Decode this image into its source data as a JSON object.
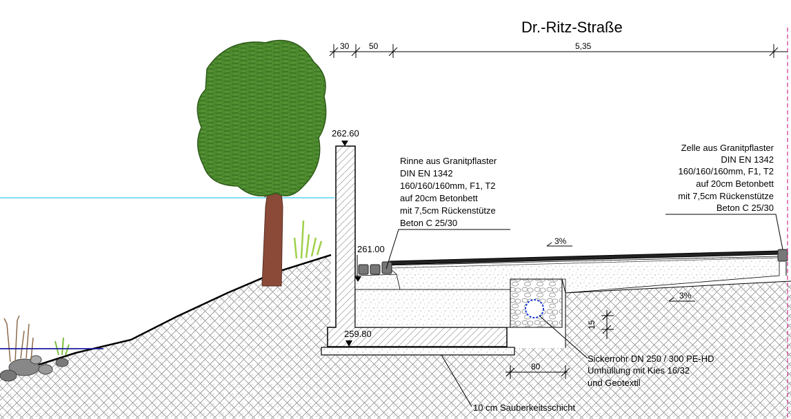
{
  "title": "Dr.-Ritz-Straße",
  "dimensions": {
    "d1": "30",
    "d2": "50",
    "d3": "5,35",
    "trench_width": "80",
    "trench_depth": "15"
  },
  "elevations": {
    "wall_top": "262.60",
    "road_edge": "261.00",
    "footing_bottom": "259.80"
  },
  "slopes": {
    "road": "3%",
    "subgrade": "3%"
  },
  "note_left": {
    "lines": [
      "Rinne aus Granitpflaster",
      "DIN EN 1342",
      "160/160/160mm, F1, T2",
      "auf 20cm Betonbett",
      "mit 7,5cm Rückenstütze",
      "Beton C 25/30"
    ]
  },
  "note_right": {
    "lines": [
      "Zelle aus Granitpflaster",
      "DIN EN 1342",
      "160/160/160mm, F1, T2",
      "auf 20cm Betonbett",
      "mit 7,5cm Rückenstütze",
      "Beton C 25/30"
    ]
  },
  "note_pipe": {
    "lines": [
      "Sickerrohr DN 250 / 300 PE-HD",
      "Umhüllung mit Kies 16/32",
      "und Geotextil"
    ]
  },
  "note_bottom": "10 cm Sauberkeitsschicht",
  "colors": {
    "water_line": "#33ccee",
    "water_level": "#1a1aa0",
    "tree_leaves": "#4e8a2e",
    "tree_trunk": "#8b4a38",
    "pipe": "#1a3bd6",
    "marker_line": "#c8007a"
  }
}
